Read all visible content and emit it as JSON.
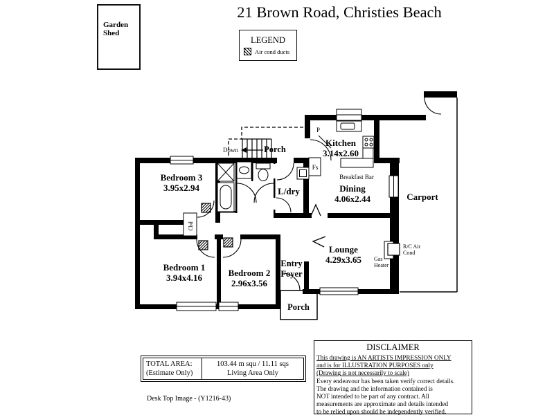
{
  "title": "21 Brown Road, Christies Beach",
  "garden_shed": {
    "line1": "Garden",
    "line2": "Shed"
  },
  "legend": {
    "title": "LEGEND",
    "air_duct_label": "Air cond ducts"
  },
  "floorplan": {
    "rooms": {
      "bedroom3": {
        "name": "Bedroom 3",
        "dims": "3.95x2.94"
      },
      "bedroom1": {
        "name": "Bedroom 1",
        "dims": "3.94x4.16"
      },
      "bedroom2": {
        "name": "Bedroom 2",
        "dims": "2.96x3.56"
      },
      "kitchen": {
        "name": "Kitchen",
        "dims": "3.14x2.60"
      },
      "dining": {
        "name": "Dining",
        "dims": "4.06x2.44"
      },
      "lounge": {
        "name": "Lounge",
        "dims": "4.29x3.65"
      },
      "laundry": {
        "name": "L/dry"
      },
      "carport": {
        "name": "Carport"
      },
      "entry": {
        "line1": "Entry",
        "line2": "Foyer"
      },
      "porch_top": {
        "name": "Porch"
      },
      "porch_bottom": {
        "name": "Porch"
      }
    },
    "labels": {
      "down": "Down",
      "pantry": "P",
      "fridge_space": "Fs",
      "cupboard": "Cbd",
      "breakfast_bar": "Breakfast Bar",
      "gas_heater_line1": "Gas",
      "gas_heater_line2": "Heater",
      "rc_air_line1": "R/C Air",
      "rc_air_line2": "Cond"
    }
  },
  "total_area": {
    "label_line1": "TOTAL AREA:",
    "label_line2": "(Estimate Only)",
    "value_line1": "103.44 m squ /  11.11 sqs",
    "value_line2": "Living Area Only"
  },
  "disclaimer": {
    "title": "DISCLAIMER",
    "underlined_lines": [
      "This drawing is AN ARTISTS IMPRESSION ONLY",
      "and is for ILLUSTRATION PURPOSES only",
      "(Drawing is not necessarily to scale)"
    ],
    "lines": [
      "Every endeavour has been taken verify correct details.",
      "The drawing and the information contained is",
      "NOT intended to be part of any contract.  All",
      "measurements are approximate and details intended",
      "to be relied upon should be independently verified."
    ]
  },
  "footer_note": "Desk Top Image - (Y1216-43)",
  "colors": {
    "wall": "#000000",
    "background": "#ffffff"
  }
}
